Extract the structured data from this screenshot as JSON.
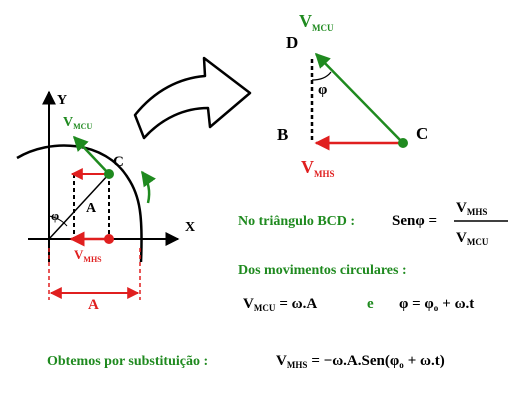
{
  "colors": {
    "green": "#1f8a1f",
    "red": "#e01f1f",
    "black": "#000000"
  },
  "labels": {
    "axis_y": "Y",
    "axis_x": "X",
    "point_c": "C",
    "point_d": "D",
    "point_b": "B",
    "angle_phi": "φ",
    "side_a": "A",
    "bottom_a": "A",
    "v_big": "V",
    "sub_mcu": "MCU",
    "sub_mhs": "MHS"
  },
  "text": {
    "triangle_caption": "No triângulo BCD :",
    "sen_phi": "Senφ =",
    "circular_caption": "Dos movimentos circulares :",
    "eq_vmcu_rhs": "= ω.A",
    "eq_e": "e",
    "eq_phi": "φ = φ",
    "eq_phi_sub": "o",
    "eq_phi_rest": "+ ω.t",
    "substitution_caption": "Obtemos por substituição :",
    "vmhs_rhs": "= −ω.A.Sen(φ",
    "vmhs_rhs_sub": "o",
    "vmhs_rhs_end": "+ ω.t)"
  }
}
